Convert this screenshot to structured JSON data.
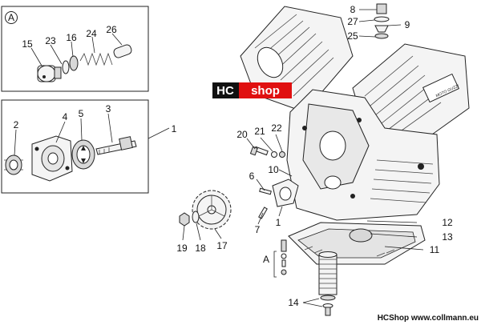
{
  "watermark": {
    "hc": "HC",
    "shop": "shop",
    "red": "#e01010"
  },
  "footer": "HCShop www.collmann.eu",
  "insets": {
    "a_label": "A"
  },
  "callouts": {
    "c15": "15",
    "c23": "23",
    "c16": "16",
    "c24": "24",
    "c26": "26",
    "c2": "2",
    "c4": "4",
    "c5": "5",
    "c3": "3",
    "c1a": "1",
    "c8": "8",
    "c27": "27",
    "c9": "9",
    "c25": "25",
    "c20": "20",
    "c21": "21",
    "c22": "22",
    "c10": "10",
    "c6": "6",
    "c7": "7",
    "c1b": "1",
    "c19": "19",
    "c18": "18",
    "c17": "17",
    "c12": "12",
    "c13": "13",
    "c11": "11",
    "cA": "A",
    "c14": "14"
  }
}
